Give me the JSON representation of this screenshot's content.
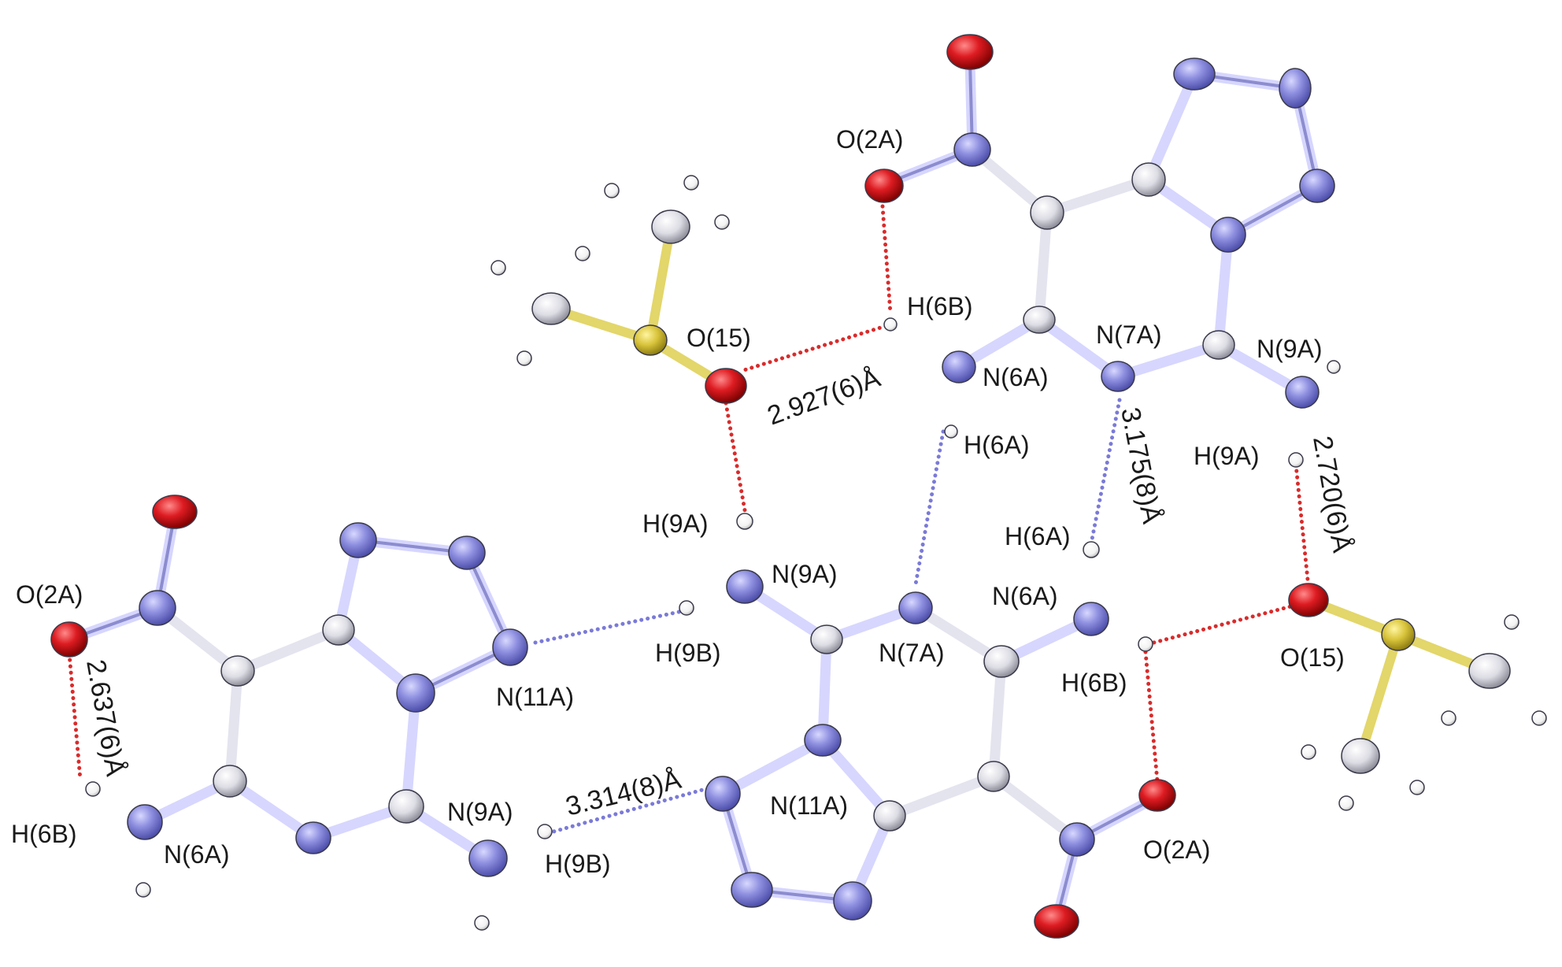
{
  "colors": {
    "nitrogen": "#7f80d6",
    "carbon": "#e6e6ea",
    "oxygen": "#d9141d",
    "sulfur": "#d9c43a",
    "hydrogen": "#ffffff",
    "hbond_red": "#d92b2b",
    "hbond_blue": "#7a7ad8"
  },
  "labels": {
    "o2a_top": "O(2A)",
    "h6b_top": "H(6B)",
    "o15_top": "O(15)",
    "n6a_top": "N(6A)",
    "n7a_top": "N(7A)",
    "n9a_top": "N(9A)",
    "h6a_top": "H(6A)",
    "h9a_right": "H(9A)",
    "h9a_mid": "H(9A)",
    "n9a_mid": "N(9A)",
    "h9b_mid": "H(9B)",
    "n7a_mid": "N(7A)",
    "h6a_mid": "H(6A)",
    "n6a_mid": "N(6A)",
    "h6b_mid": "H(6B)",
    "o15_right": "O(15)",
    "o2a_left": "O(2A)",
    "n11a_left": "N(11A)",
    "h6b_left": "H(6B)",
    "n6a_left": "N(6A)",
    "n9a_left": "N(9A)",
    "h9b_left": "H(9B)",
    "n11a_bottom": "N(11A)",
    "o2a_bottom": "O(2A)"
  },
  "distances": {
    "d_2927": "2.927(6)Å",
    "d_3175": "3.175(8)Å",
    "d_2720": "2.720(6)Å",
    "d_2637": "2.637(6)Å",
    "d_3314": "3.314(8)Å"
  }
}
